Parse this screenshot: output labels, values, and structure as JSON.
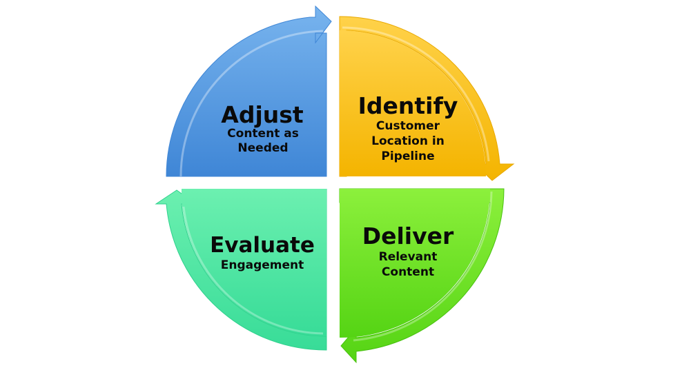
{
  "quadrants": {
    "top_left": {
      "title": "Adjust",
      "lines": [
        "Content as",
        "Needed"
      ],
      "color_light": "#78b4ee",
      "color_dark": "#3f86d6"
    },
    "top_right": {
      "title": "Identify",
      "lines": [
        "Customer",
        "Location in",
        "Pipeline"
      ],
      "color_light": "#ffd24a",
      "color_dark": "#f4b400"
    },
    "bottom_right": {
      "title": "Deliver",
      "lines": [
        "Relevant",
        "Content"
      ],
      "color_light": "#8cf03c",
      "color_dark": "#55d414"
    },
    "bottom_left": {
      "title": "Evaluate",
      "lines": [
        "Engagement"
      ],
      "color_light": "#6cf0b0",
      "color_dark": "#38dc98"
    }
  }
}
